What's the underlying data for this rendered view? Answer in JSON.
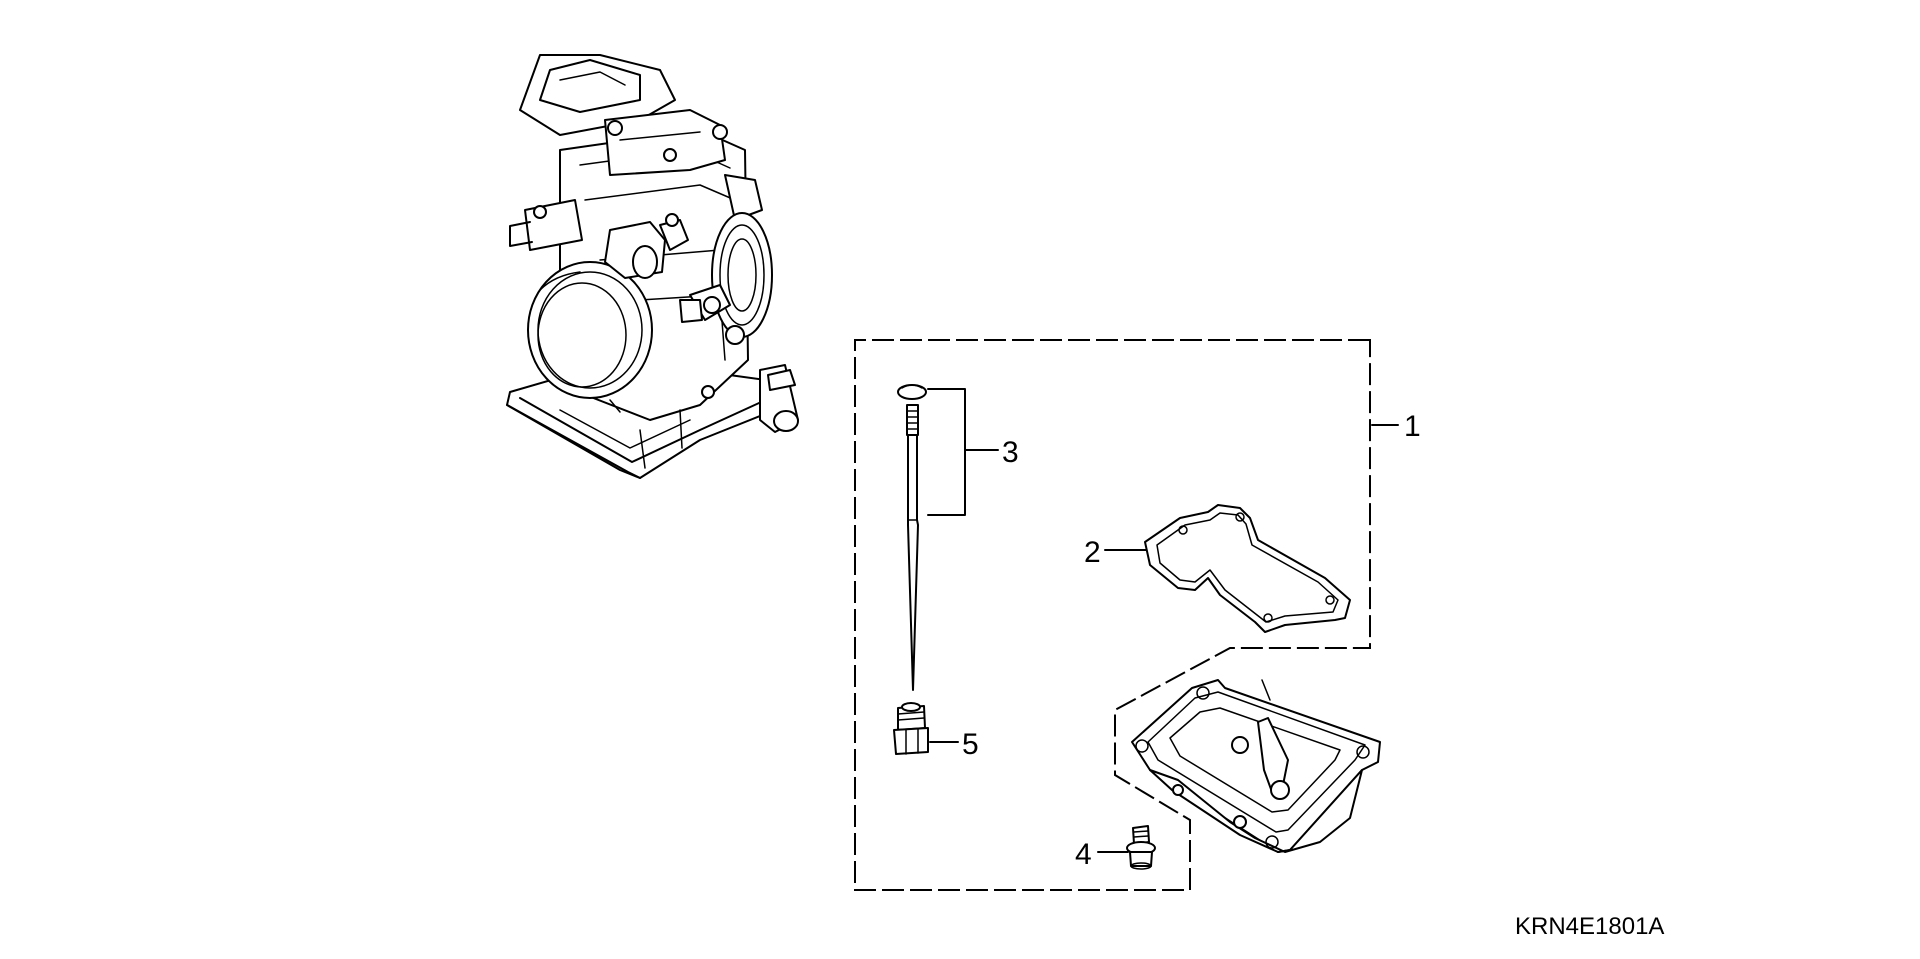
{
  "callouts": {
    "c1": "1",
    "c2": "2",
    "c3": "3",
    "c4": "4",
    "c5": "5"
  },
  "diagram_code": "KRN4E1801A",
  "colors": {
    "line": "#000000",
    "background": "#ffffff"
  }
}
